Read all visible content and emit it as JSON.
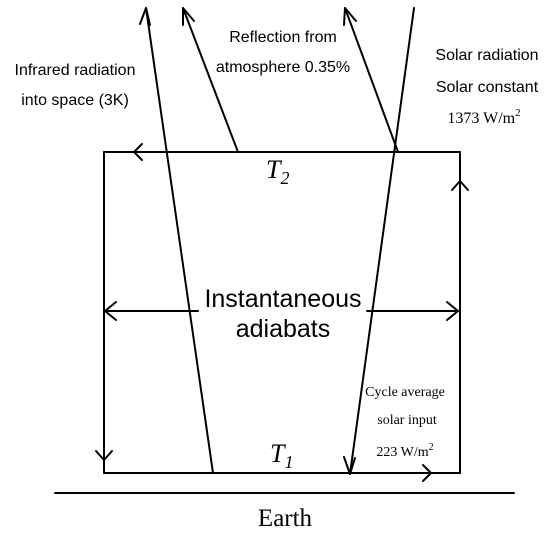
{
  "labels": {
    "infrared_line1": "Infrared radiation",
    "infrared_line2": "into space (3K)",
    "reflection_line1": "Reflection from",
    "reflection_line2": "atmosphere 0.35%",
    "solar_line1": "Solar radiation",
    "solar_line2": "Solar constant",
    "solar_value": "1373 W/m",
    "solar_value_sup": "2",
    "t2_letter": "T",
    "t2_sub": "2",
    "t1_letter": "T",
    "t1_sub": "1",
    "adiabats_line1": "Instantaneous",
    "adiabats_line2": "adiabats",
    "cycle_line1": "Cycle average",
    "cycle_line2": "solar input",
    "cycle_value": "223 W/m",
    "cycle_value_sup": "2",
    "earth": "Earth"
  }
}
